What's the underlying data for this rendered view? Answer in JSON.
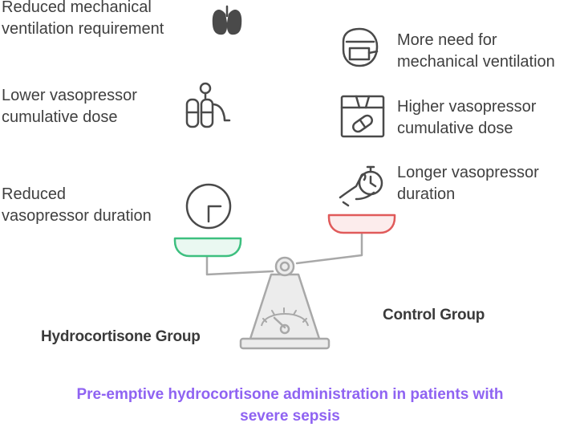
{
  "left_benefits": [
    "Reduced mechanical\nventilation requirement",
    "Lower vasopressor\ncumulative dose",
    "Reduced\nvasopressor duration"
  ],
  "right_outcomes": [
    "More need for\nmechanical ventilation",
    "Higher vasopressor\ncumulative dose",
    "Longer vasopressor\nduration"
  ],
  "groups": {
    "left": "Hydrocortisone Group",
    "right": "Control Group"
  },
  "title": "Pre-emptive hydrocortisone administration in patients with\nsevere sepsis",
  "colors": {
    "left_pan": "#3dbf7f",
    "right_pan": "#e05a5a",
    "title": "#8f63f2",
    "stroke": "#4a4a4a",
    "scale": "#a8a8a8"
  },
  "icons": {
    "left": [
      "lungs-icon",
      "oxygen-tank-icon",
      "clock-icon"
    ],
    "right": [
      "face-mask-icon",
      "pill-box-icon",
      "hand-stopwatch-icon"
    ]
  }
}
